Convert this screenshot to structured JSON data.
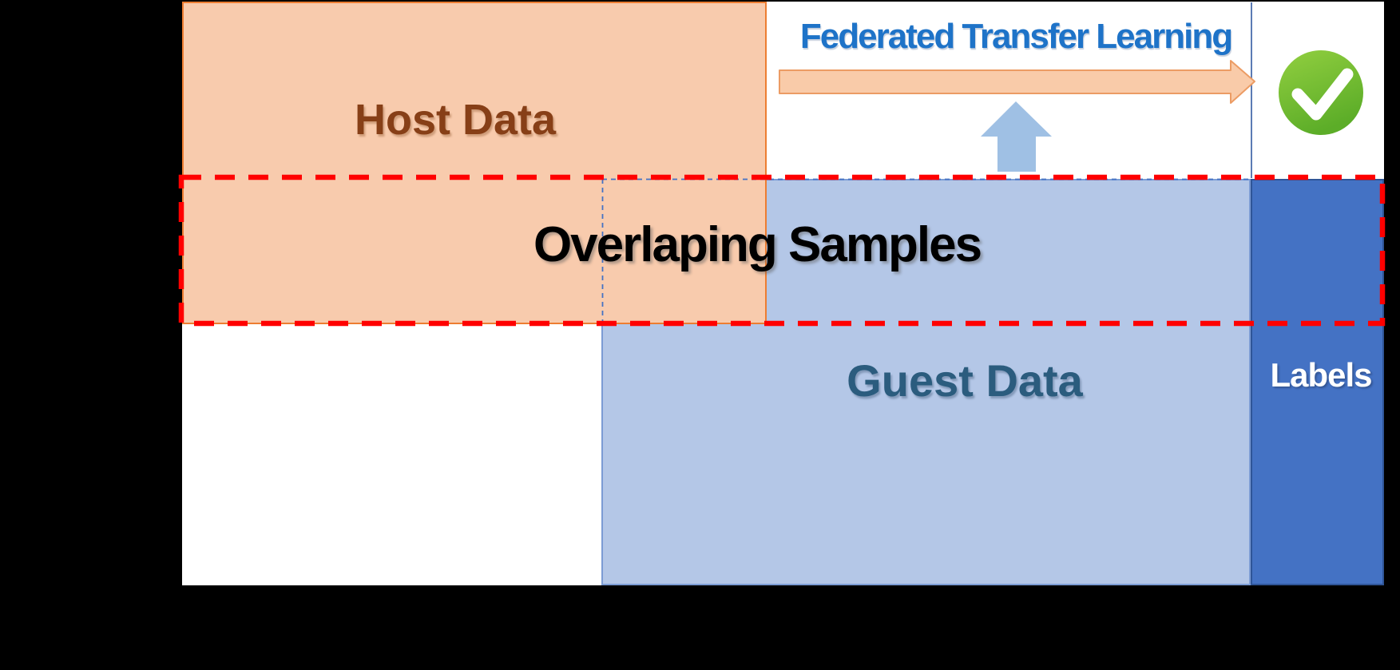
{
  "diagram": {
    "title": "Federated Transfer Learning",
    "host_region": {
      "label": "Host Data"
    },
    "guest_region": {
      "label": "Guest Data"
    },
    "labels_region": {
      "label": "Labels"
    },
    "overlap_region": {
      "label": "Overlaping Samples"
    },
    "icons": {
      "success_check": "check-icon",
      "transfer_arrow": "right-arrow-icon",
      "contribute_arrow": "up-arrow-icon"
    },
    "colors": {
      "page_background": "#000000",
      "content_background": "#FFFFFF",
      "host_fill": "#F8CBAD",
      "host_border": "#ED7D31",
      "host_text": "#873F17",
      "guest_fill": "#B4C7E7",
      "guest_border": "#7C9CD4",
      "guest_text": "#2B5C7E",
      "labels_fill": "#4472C4",
      "labels_border": "#2F5597",
      "labels_text": "#FFFFFF",
      "overlap_dash": "#FF0000",
      "overlap_text": "#000000",
      "title_text": "#1E73C8",
      "transfer_arrow_fill": "#F9CBA9",
      "transfer_arrow_border": "#EC9C64",
      "up_arrow_fill": "#9FC0E4",
      "hidden_border_dash": "#4472C4",
      "divider_line": "#5B7BB4",
      "check_green_light": "#92CF40",
      "check_green_dark": "#5CAD28",
      "check_mark": "#FFFFFF"
    }
  }
}
